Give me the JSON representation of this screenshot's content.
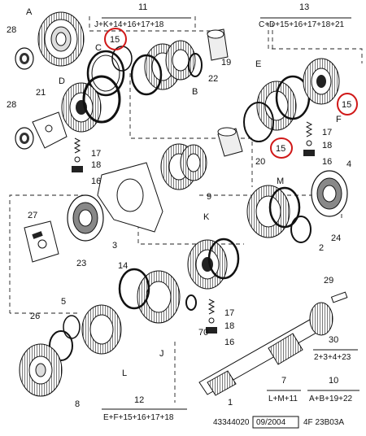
{
  "colors": {
    "highlight": "#d01818",
    "ink": "#111111"
  },
  "labels": {
    "A": "A",
    "B": "B",
    "C": "C",
    "D": "D",
    "E": "E",
    "F": "F",
    "J": "J",
    "K": "K",
    "L": "L",
    "M": "M",
    "n1": "1",
    "n2": "2",
    "n3": "3",
    "n4": "4",
    "n5": "5",
    "n8": "8",
    "n9": "9",
    "n14": "14",
    "n16a": "16",
    "n16b": "16",
    "n16c": "16",
    "n17a": "17",
    "n17b": "17",
    "n17c": "17",
    "n18a": "18",
    "n18b": "18",
    "n18c": "18",
    "n19": "19",
    "n20": "20",
    "n21": "21",
    "n22": "22",
    "n23": "23",
    "n24": "24",
    "n26": "26",
    "n27": "27",
    "n28a": "28",
    "n28b": "28",
    "n29": "29",
    "n70": "70"
  },
  "highlighted_parts": [
    "15",
    "15",
    "15"
  ],
  "groups": {
    "g11": {
      "number": "11",
      "formula": "J+K+14+16+17+18"
    },
    "g13": {
      "number": "13",
      "formula": "C+D+15+16+17+18+21"
    },
    "g30": {
      "number": "30",
      "formula": "2+3+4+23"
    },
    "g7": {
      "number": "7",
      "formula": "L+M+11"
    },
    "g10": {
      "number": "10",
      "formula": "A+B+19+22"
    },
    "g12": {
      "number": "12",
      "formula": "E+F+15+16+17+18"
    }
  },
  "footer": {
    "ref": "43344020",
    "date": "09/2004",
    "code": "4F 23B03A"
  }
}
